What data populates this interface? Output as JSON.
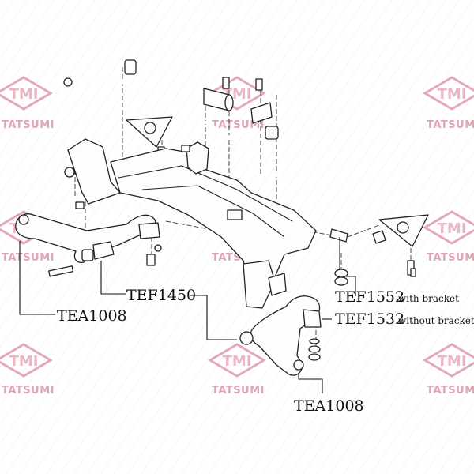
{
  "watermark": {
    "logo_text": "TMI",
    "brand_text": "TATSUMI",
    "accent_color": "#e3a9b8"
  },
  "labels": {
    "tea1008_left": "TEA1008",
    "tef1450": "TEF1450",
    "tef1552_code": "TEF1552",
    "tef1552_note": "with bracket",
    "tef1532_code": "TEF1532",
    "tef1532_note": "without bracket",
    "tea1008_right": "TEA1008"
  }
}
